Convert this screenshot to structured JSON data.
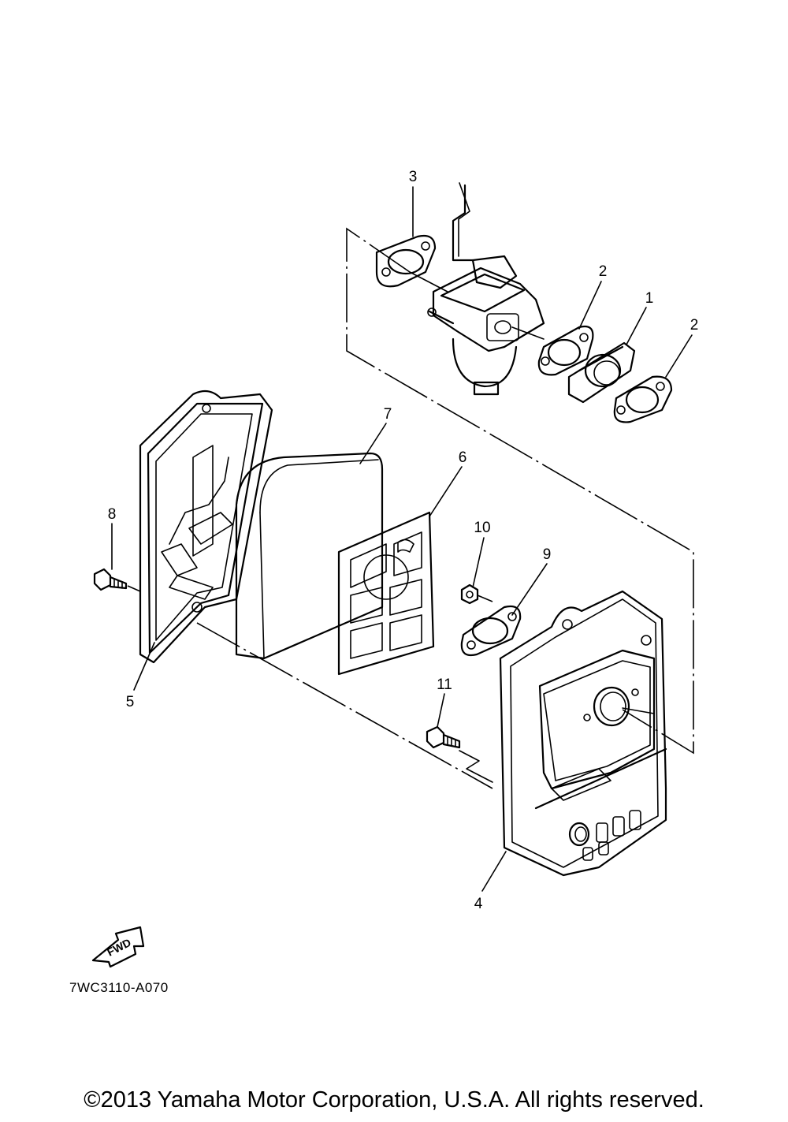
{
  "parts": [
    {
      "key": "p1",
      "number": "1",
      "name": "intake joint"
    },
    {
      "key": "p2a",
      "number": "2",
      "name": "gasket"
    },
    {
      "key": "p2b",
      "number": "2",
      "name": "gasket"
    },
    {
      "key": "p3",
      "number": "3",
      "name": "gasket"
    },
    {
      "key": "p4",
      "number": "4",
      "name": "air cleaner case"
    },
    {
      "key": "p5",
      "number": "5",
      "name": "air cleaner cover"
    },
    {
      "key": "p6",
      "number": "6",
      "name": "element holder"
    },
    {
      "key": "p7",
      "number": "7",
      "name": "air filter element"
    },
    {
      "key": "p8",
      "number": "8",
      "name": "bolt"
    },
    {
      "key": "p9",
      "number": "9",
      "name": "gasket"
    },
    {
      "key": "p10",
      "number": "10",
      "name": "nut"
    },
    {
      "key": "p11",
      "number": "11",
      "name": "bolt"
    }
  ],
  "fwd_label": "FWD",
  "diagram_code": "7WC3110-A070",
  "copyright": "©2013 Yamaha Motor Corporation, U.S.A. All rights reserved."
}
